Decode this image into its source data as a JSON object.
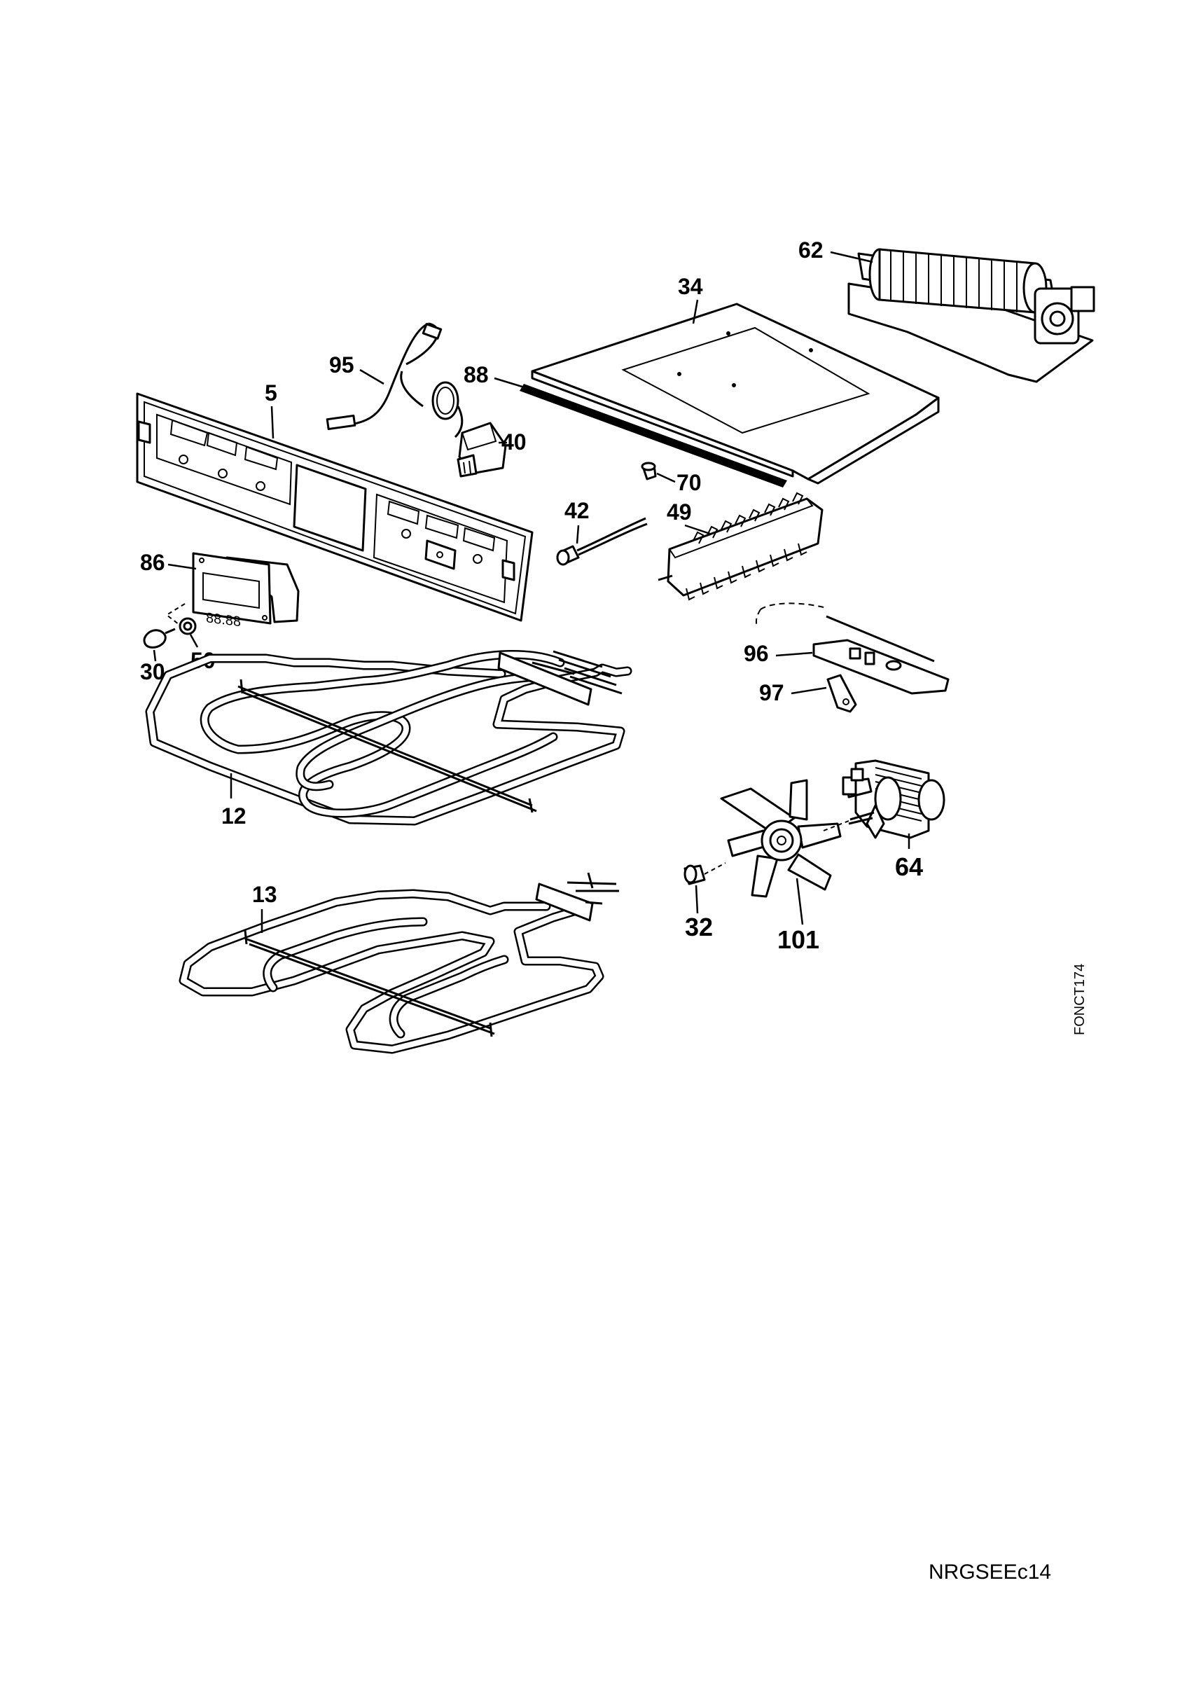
{
  "labels": {
    "p5": "5",
    "p12": "12",
    "p13": "13",
    "p30": "30",
    "p32": "32",
    "p34": "34",
    "p40": "40",
    "p42": "42",
    "p49": "49",
    "p50": "50",
    "p62": "62",
    "p64": "64",
    "p70": "70",
    "p86": "86",
    "p88": "88",
    "p95": "95",
    "p96": "96",
    "p97": "97",
    "p101": "101"
  },
  "display_readout": "88.88",
  "side_reference": "FONCT174",
  "footer_code": "NRGSEEc14"
}
